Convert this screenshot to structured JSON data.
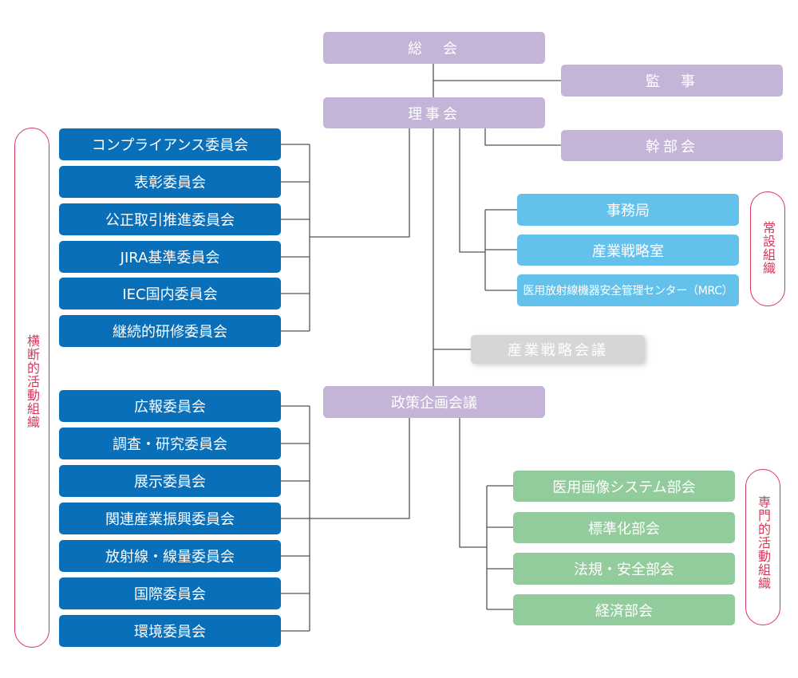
{
  "top": {
    "general_assembly": "総　会",
    "auditor": "監　事",
    "board": "理事会",
    "executive": "幹部会",
    "industry_strategy_council": "産業戦略会議",
    "policy_planning": "政策企画会議"
  },
  "standing": {
    "label": "常設組織",
    "items": [
      "事務局",
      "産業戦略室",
      "医用放射線機器安全管理センター（MRC）"
    ]
  },
  "cross": {
    "label": "横断的活動組織",
    "group1": [
      "コンプライアンス委員会",
      "表彰委員会",
      "公正取引推進委員会",
      "JIRA基準委員会",
      "IEC国内委員会",
      "継続的研修委員会"
    ],
    "group2": [
      "広報委員会",
      "調査・研究委員会",
      "展示委員会",
      "関連産業振興委員会",
      "放射線・線量委員会",
      "国際委員会",
      "環境委員会"
    ]
  },
  "specialized": {
    "label": "専門的活動組織",
    "items": [
      "医用画像システム部会",
      "標準化部会",
      "法規・安全部会",
      "経済部会"
    ]
  },
  "colors": {
    "purple": "#c4b4d8",
    "blue": "#0a6fb9",
    "sky": "#64c1ec",
    "green": "#93cc9c",
    "gray": "#d6d6d6",
    "bracket": "#d33a5c",
    "line": "#555555"
  }
}
